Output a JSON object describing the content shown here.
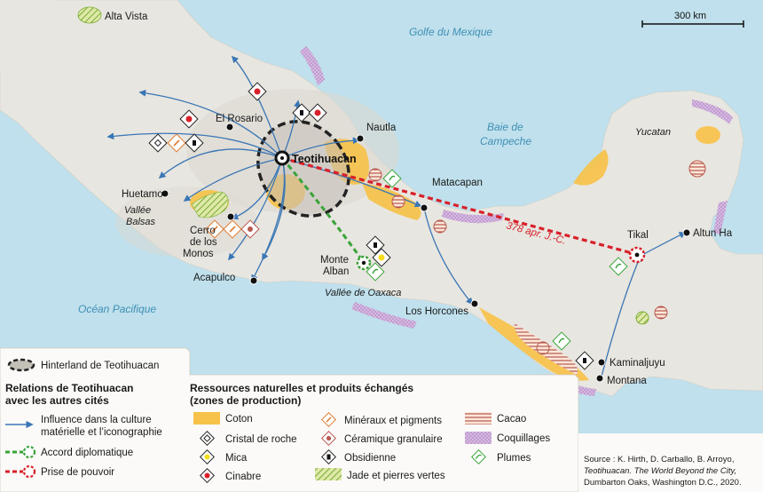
{
  "seas": {
    "golfe": "Golfe du Mexique",
    "baie_line1": "Baie de",
    "baie_line2": "Campeche",
    "pacifique": "Océan Pacifique"
  },
  "regions": {
    "yucatan": "Yucatan",
    "vallee_balsas_1": "Vallée",
    "vallee_balsas_2": "Balsas",
    "vallee_oaxaca": "Vallée de Oaxaca"
  },
  "cities": {
    "teotihuacan": "Teotihuacan",
    "el_rosario": "El Rosario",
    "nautla": "Nautla",
    "matacapan": "Matacapan",
    "huetamo": "Huetamo",
    "cerro_1": "Cerro",
    "cerro_2": "de los",
    "cerro_3": "Monos",
    "acapulco": "Acapulco",
    "monte_1": "Monte",
    "monte_2": "Alban",
    "los_horcones": "Los Horcones",
    "tikal": "Tikal",
    "altun_ha": "Altun Ha",
    "kaminaljuyu": "Kaminaljuyu",
    "montana": "Montana"
  },
  "route_label": "378 apr. J.-C.",
  "scale_label": "300 km",
  "alta_vista": "Alta Vista",
  "legend": {
    "hinterland": "Hinterland de Teotihuacan",
    "relations_title_1": "Relations de Teotihuacan",
    "relations_title_2": "avec les autres cités",
    "influence_1": "Influence dans la culture",
    "influence_2": "matérielle et l’iconographie",
    "accord": "Accord diplomatique",
    "prise": "Prise de pouvoir",
    "resources_title_1": "Ressources naturelles et produits échangés",
    "resources_title_2": "(zones de production)",
    "coton": "Coton",
    "cristal": "Cristal de roche",
    "mica": "Mica",
    "cinabre": "Cinabre",
    "mineraux": "Minéraux et pigments",
    "ceramique": "Céramique granulaire",
    "obsidienne": "Obsidienne",
    "jade": "Jade et pierres vertes",
    "cacao": "Cacao",
    "coquillages": "Coquillages",
    "plumes": "Plumes"
  },
  "source": {
    "line1": "Source : K. Hirth, D. Carballo, B. Arroyo,",
    "line2": "Teotihuacan. The World Beyond the City,",
    "line3": "Dumbarton Oaks, Washington D.C., 2020."
  },
  "colors": {
    "sea": "#bfe0ec",
    "land": "#e8e6e0",
    "coton": "#f6c24a",
    "coquillages": "#c9a3d6",
    "influence": "#3a76b5",
    "accord": "#3aa33a",
    "prise": "#d8202a"
  }
}
